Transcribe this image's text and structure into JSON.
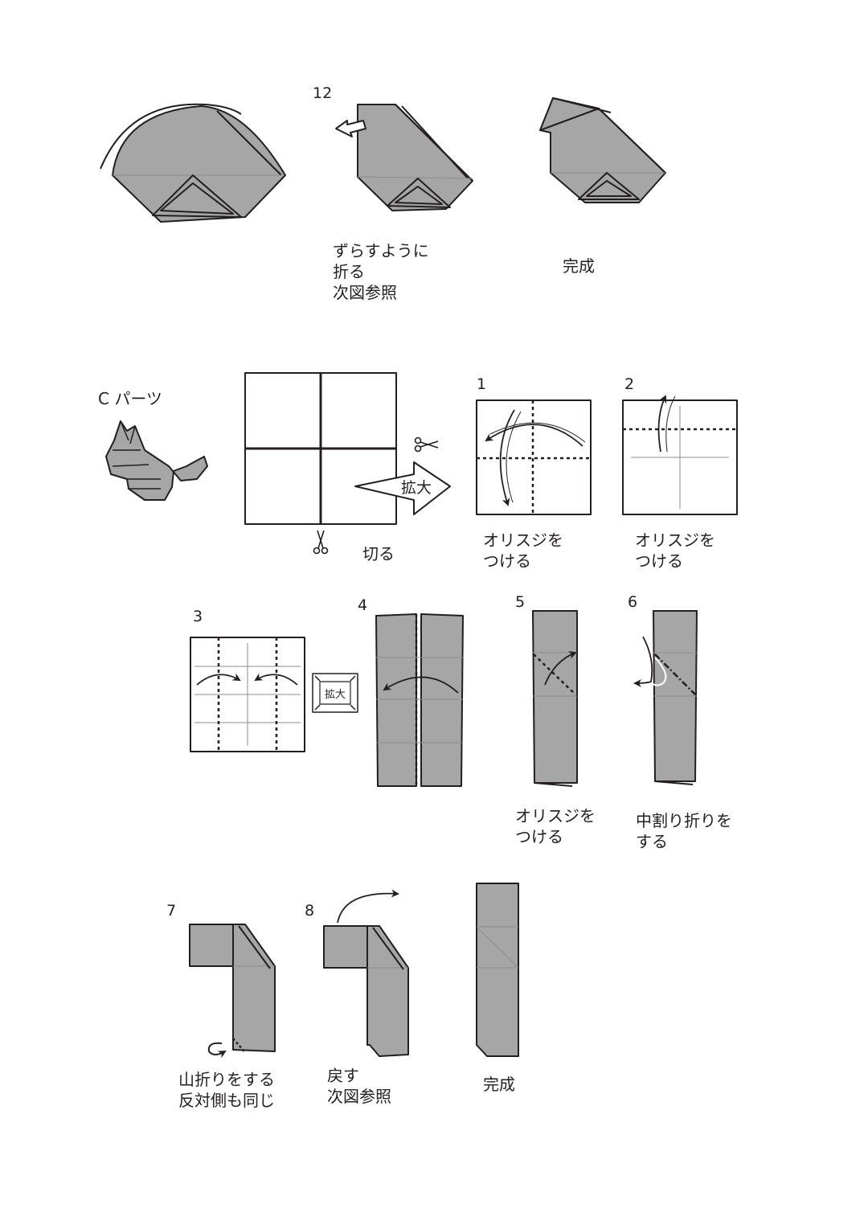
{
  "colors": {
    "paper": "#a6a6a6",
    "line": "#231f20",
    "crease": "#8c8c8c",
    "background": "#ffffff"
  },
  "icons": [
    "scissors-icon",
    "magnify-arrow-icon",
    "magnify-small-icon",
    "fold-arrow-icon",
    "cat-figure-icon"
  ],
  "top_row": {
    "step12_number": "12",
    "step12_label": "ずらすように\n折る\n次図参照",
    "done_label": "完成"
  },
  "part_c": {
    "title": "C パーツ",
    "cut_label": "切る",
    "magnify_label": "拡大",
    "step1_number": "1",
    "step1_label": "オリスジを\nつける",
    "step2_number": "2",
    "step2_label": "オリスジを\nつける"
  },
  "middle_row": {
    "step3_number": "3",
    "magnify_small_label": "拡大",
    "step4_number": "4",
    "step5_number": "5",
    "step5_label": "オリスジを\nつける",
    "step6_number": "6",
    "step6_label": "中割り折りを\nする"
  },
  "bottom_row": {
    "step7_number": "7",
    "step7_label": "山折りをする\n反対側も同じ",
    "step8_number": "8",
    "step8_label": "戻す\n次図参照",
    "done_label": "完成"
  }
}
